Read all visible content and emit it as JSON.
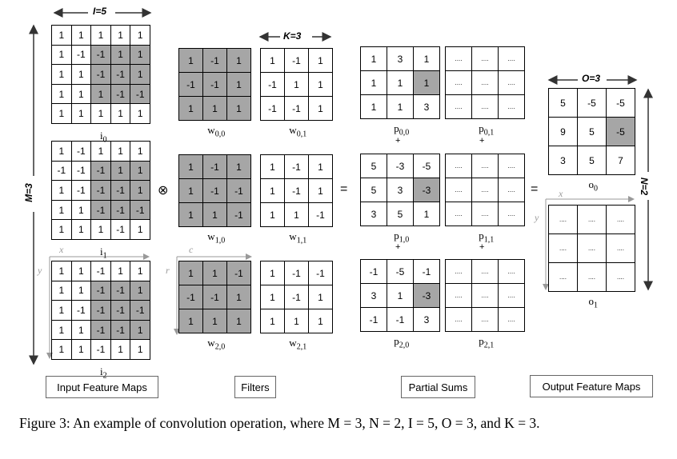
{
  "dimensions": {
    "I": "I=5",
    "K": "K=3",
    "O": "O=3",
    "M": "M=3",
    "N": "N=2"
  },
  "axes": {
    "x": "x",
    "y": "y",
    "c": "c",
    "r": "r"
  },
  "operators": {
    "conv": "⊗",
    "eq1": "=",
    "eq2": "=",
    "plus": "+"
  },
  "section_labels": {
    "input": "Input Feature Maps",
    "filters": "Filters",
    "partial": "Partial Sums",
    "output": "Output Feature Maps"
  },
  "caption": "Figure 3: An example of convolution operation, where M = 3, N = 2, I = 5, O = 3, and K = 3.",
  "inputs": [
    {
      "label": "i",
      "sub": "0",
      "values": [
        [
          "1",
          "1",
          "1",
          "1",
          "1"
        ],
        [
          "1",
          "-1",
          "-1",
          "1",
          "1"
        ],
        [
          "1",
          "1",
          "-1",
          "-1",
          "1"
        ],
        [
          "1",
          "1",
          "1",
          "-1",
          "-1"
        ],
        [
          "1",
          "1",
          "1",
          "1",
          "1"
        ]
      ],
      "shaded": [
        [
          1,
          2
        ],
        [
          1,
          3
        ],
        [
          1,
          4
        ],
        [
          2,
          2
        ],
        [
          2,
          3
        ],
        [
          2,
          4
        ],
        [
          3,
          2
        ],
        [
          3,
          3
        ],
        [
          3,
          4
        ]
      ]
    },
    {
      "label": "i",
      "sub": "1",
      "values": [
        [
          "1",
          "-1",
          "1",
          "1",
          "1"
        ],
        [
          "-1",
          "-1",
          "-1",
          "1",
          "1"
        ],
        [
          "1",
          "-1",
          "-1",
          "-1",
          "1"
        ],
        [
          "1",
          "1",
          "-1",
          "-1",
          "-1"
        ],
        [
          "1",
          "1",
          "1",
          "-1",
          "1"
        ]
      ],
      "shaded": [
        [
          1,
          2
        ],
        [
          1,
          3
        ],
        [
          1,
          4
        ],
        [
          2,
          2
        ],
        [
          2,
          3
        ],
        [
          2,
          4
        ],
        [
          3,
          2
        ],
        [
          3,
          3
        ],
        [
          3,
          4
        ]
      ]
    },
    {
      "label": "i",
      "sub": "2",
      "values": [
        [
          "1",
          "1",
          "-1",
          "1",
          "1"
        ],
        [
          "1",
          "1",
          "-1",
          "-1",
          "1"
        ],
        [
          "1",
          "-1",
          "-1",
          "-1",
          "-1"
        ],
        [
          "1",
          "1",
          "-1",
          "-1",
          "1"
        ],
        [
          "1",
          "1",
          "-1",
          "1",
          "1"
        ]
      ],
      "shaded": [
        [
          1,
          2
        ],
        [
          1,
          3
        ],
        [
          1,
          4
        ],
        [
          2,
          2
        ],
        [
          2,
          3
        ],
        [
          2,
          4
        ],
        [
          3,
          2
        ],
        [
          3,
          3
        ],
        [
          3,
          4
        ]
      ]
    }
  ],
  "filters": [
    {
      "label": "w",
      "sub": "0,0",
      "shaded": true,
      "values": [
        [
          "1",
          "-1",
          "1"
        ],
        [
          "-1",
          "-1",
          "1"
        ],
        [
          "1",
          "1",
          "1"
        ]
      ]
    },
    {
      "label": "w",
      "sub": "0,1",
      "shaded": false,
      "values": [
        [
          "1",
          "-1",
          "1"
        ],
        [
          "-1",
          "1",
          "1"
        ],
        [
          "-1",
          "-1",
          "1"
        ]
      ]
    },
    {
      "label": "w",
      "sub": "1,0",
      "shaded": true,
      "values": [
        [
          "1",
          "-1",
          "1"
        ],
        [
          "1",
          "-1",
          "-1"
        ],
        [
          "1",
          "1",
          "-1"
        ]
      ]
    },
    {
      "label": "w",
      "sub": "1,1",
      "shaded": false,
      "values": [
        [
          "1",
          "-1",
          "1"
        ],
        [
          "1",
          "-1",
          "1"
        ],
        [
          "1",
          "1",
          "-1"
        ]
      ]
    },
    {
      "label": "w",
      "sub": "2,0",
      "shaded": true,
      "values": [
        [
          "1",
          "1",
          "-1"
        ],
        [
          "-1",
          "-1",
          "1"
        ],
        [
          "1",
          "1",
          "1"
        ]
      ]
    },
    {
      "label": "w",
      "sub": "2,1",
      "shaded": false,
      "values": [
        [
          "1",
          "-1",
          "-1"
        ],
        [
          "1",
          "-1",
          "1"
        ],
        [
          "1",
          "1",
          "1"
        ]
      ]
    }
  ],
  "partials": [
    {
      "label": "p",
      "sub": "0,0",
      "values": [
        [
          "1",
          "3",
          "1"
        ],
        [
          "1",
          "1",
          "1"
        ],
        [
          "1",
          "1",
          "3"
        ]
      ],
      "shaded": [
        [
          1,
          2
        ]
      ]
    },
    {
      "label": "p",
      "sub": "0,1",
      "values": [
        [
          "....",
          "....",
          "...."
        ],
        [
          "....",
          "....",
          "...."
        ],
        [
          "....",
          "....",
          "...."
        ]
      ],
      "shaded": []
    },
    {
      "label": "p",
      "sub": "1,0",
      "values": [
        [
          "5",
          "-3",
          "-5"
        ],
        [
          "5",
          "3",
          "-3"
        ],
        [
          "3",
          "5",
          "1"
        ]
      ],
      "shaded": [
        [
          1,
          2
        ]
      ]
    },
    {
      "label": "p",
      "sub": "1,1",
      "values": [
        [
          "....",
          "....",
          "...."
        ],
        [
          "....",
          "....",
          "...."
        ],
        [
          "....",
          "....",
          "...."
        ]
      ],
      "shaded": []
    },
    {
      "label": "p",
      "sub": "2,0",
      "values": [
        [
          "-1",
          "-5",
          "-1"
        ],
        [
          "3",
          "1",
          "-3"
        ],
        [
          "-1",
          "-1",
          "3"
        ]
      ],
      "shaded": [
        [
          1,
          2
        ]
      ]
    },
    {
      "label": "p",
      "sub": "2,1",
      "values": [
        [
          "....",
          "....",
          "...."
        ],
        [
          "....",
          "....",
          "...."
        ],
        [
          "....",
          "....",
          "...."
        ]
      ],
      "shaded": []
    }
  ],
  "outputs": [
    {
      "label": "o",
      "sub": "0",
      "values": [
        [
          "5",
          "-5",
          "-5"
        ],
        [
          "9",
          "5",
          "-5"
        ],
        [
          "3",
          "5",
          "7"
        ]
      ],
      "shaded": [
        [
          1,
          2
        ]
      ]
    },
    {
      "label": "o",
      "sub": "1",
      "values": [
        [
          "....",
          "....",
          "...."
        ],
        [
          "....",
          "....",
          "...."
        ],
        [
          "....",
          "....",
          "...."
        ]
      ],
      "shaded": []
    }
  ],
  "colors": {
    "shade": "#a6a6a6",
    "line": "#000000",
    "axis": "#999999"
  }
}
